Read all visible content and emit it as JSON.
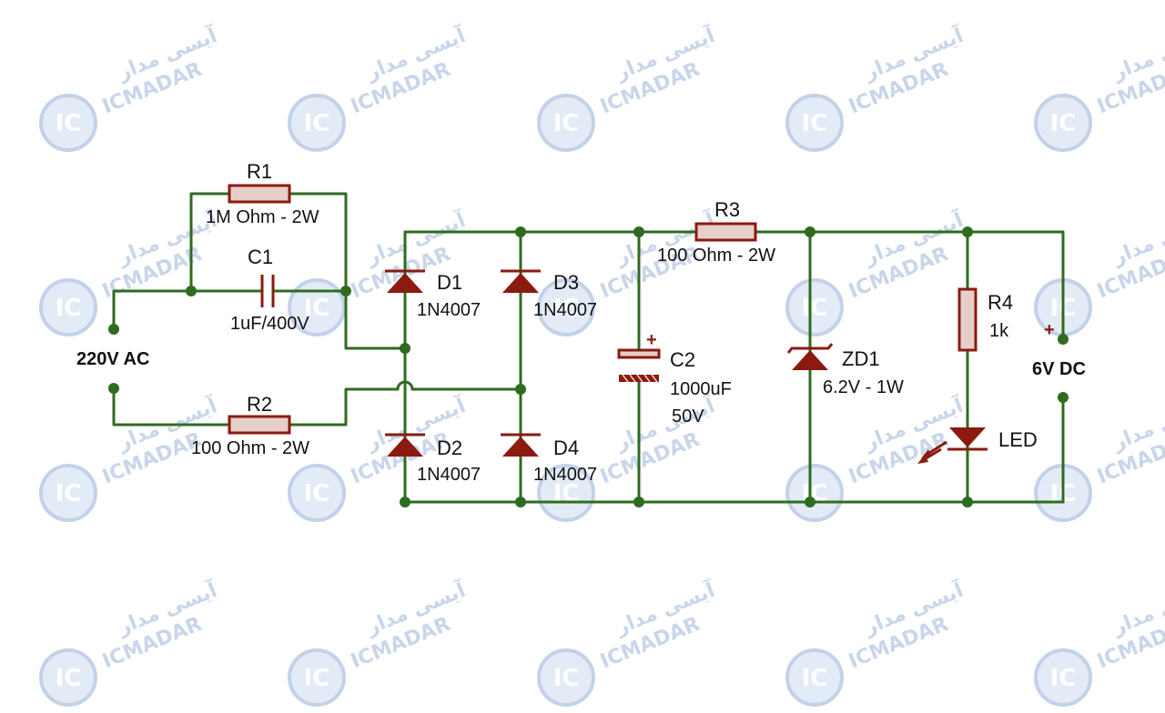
{
  "watermark": {
    "brand_fa": "آیسی مدار",
    "brand_en": "ICMADAR",
    "logo_text": "IC",
    "color": "#c9d6ea"
  },
  "colors": {
    "wire": "#2e6b1f",
    "component": "#8b1a10",
    "component_fill": "#e6cfc8"
  },
  "input": {
    "label": "220V AC"
  },
  "output": {
    "label": "6V DC",
    "plus": "+"
  },
  "components": {
    "R1": {
      "name": "R1",
      "value": "1M Ohm - 2W"
    },
    "C1": {
      "name": "C1",
      "value": "1uF/400V"
    },
    "R2": {
      "name": "R2",
      "value": "100 Ohm - 2W"
    },
    "D1": {
      "name": "D1",
      "value": "1N4007"
    },
    "D2": {
      "name": "D2",
      "value": "1N4007"
    },
    "D3": {
      "name": "D3",
      "value": "1N4007"
    },
    "D4": {
      "name": "D4",
      "value": "1N4007"
    },
    "C2": {
      "name": "C2",
      "value": "1000uF",
      "voltage": "50V",
      "plus": "+"
    },
    "R3": {
      "name": "R3",
      "value": "100 Ohm - 2W"
    },
    "ZD1": {
      "name": "ZD1",
      "value": "6.2V - 1W"
    },
    "R4": {
      "name": "R4",
      "value": "1k"
    },
    "LED": {
      "name": "LED"
    }
  }
}
